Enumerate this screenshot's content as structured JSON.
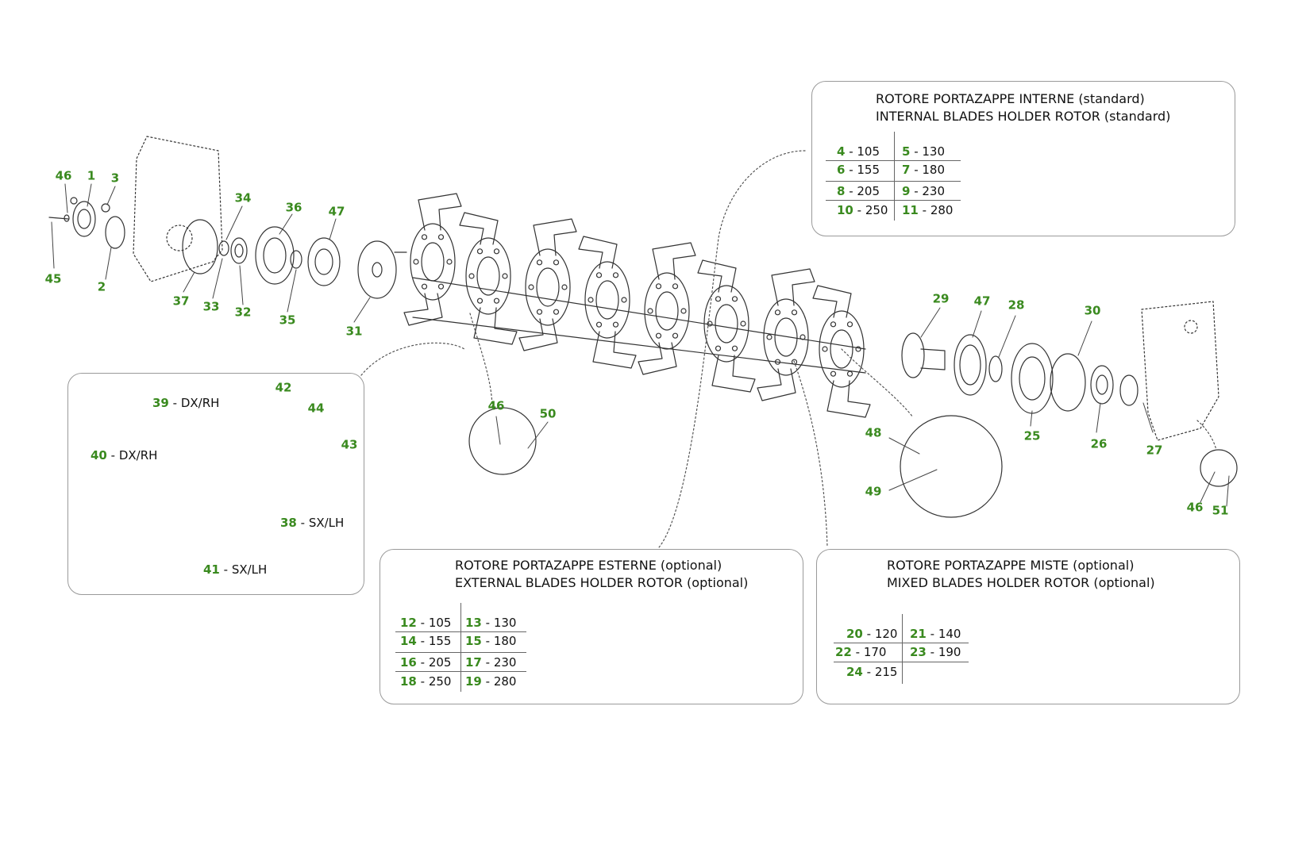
{
  "callouts": {
    "c1": "1",
    "c2": "2",
    "c3": "3",
    "c45": "45",
    "c46a": "46",
    "c34": "34",
    "c36": "36",
    "c47a": "47",
    "c37": "37",
    "c33": "33",
    "c32": "32",
    "c35": "35",
    "c31": "31",
    "c29": "29",
    "c47b": "47",
    "c28": "28",
    "c30": "30",
    "c25": "25",
    "c26": "26",
    "c27": "27",
    "c46b": "46",
    "c50": "50",
    "c48": "48",
    "c49": "49",
    "c46c": "46",
    "c51": "51",
    "c42": "42",
    "c44": "44",
    "c43": "43"
  },
  "blades_panel": {
    "items": [
      {
        "num": "39",
        "label": "DX/RH"
      },
      {
        "num": "40",
        "label": "DX/RH"
      },
      {
        "num": "38",
        "label": "SX/LH"
      },
      {
        "num": "41",
        "label": "SX/LH"
      }
    ]
  },
  "internal_panel": {
    "title_it": "ROTORE PORTAZAPPE INTERNE (standard)",
    "title_en": "INTERNAL BLADES HOLDER ROTOR (standard)",
    "sizes": [
      {
        "num": "4",
        "val": "105"
      },
      {
        "num": "5",
        "val": "130"
      },
      {
        "num": "6",
        "val": "155"
      },
      {
        "num": "7",
        "val": "180"
      },
      {
        "num": "8",
        "val": "205"
      },
      {
        "num": "9",
        "val": "230"
      },
      {
        "num": "10",
        "val": "250"
      },
      {
        "num": "11",
        "val": "280"
      }
    ]
  },
  "external_panel": {
    "title_it": "ROTORE PORTAZAPPE ESTERNE (optional)",
    "title_en": "EXTERNAL BLADES HOLDER ROTOR (optional)",
    "sizes": [
      {
        "num": "12",
        "val": "105"
      },
      {
        "num": "13",
        "val": "130"
      },
      {
        "num": "14",
        "val": "155"
      },
      {
        "num": "15",
        "val": "180"
      },
      {
        "num": "16",
        "val": "205"
      },
      {
        "num": "17",
        "val": "230"
      },
      {
        "num": "18",
        "val": "250"
      },
      {
        "num": "19",
        "val": "280"
      }
    ]
  },
  "mixed_panel": {
    "title_it": "ROTORE PORTAZAPPE MISTE (optional)",
    "title_en": "MIXED BLADES HOLDER ROTOR (optional)",
    "sizes": [
      {
        "num": "20",
        "val": "120"
      },
      {
        "num": "21",
        "val": "140"
      },
      {
        "num": "22",
        "val": "170"
      },
      {
        "num": "23",
        "val": "190"
      },
      {
        "num": "24",
        "val": "215"
      }
    ]
  },
  "colors": {
    "callout_green": "#3a8a1f",
    "line": "#333333",
    "panel_border": "#9a9a9a"
  }
}
